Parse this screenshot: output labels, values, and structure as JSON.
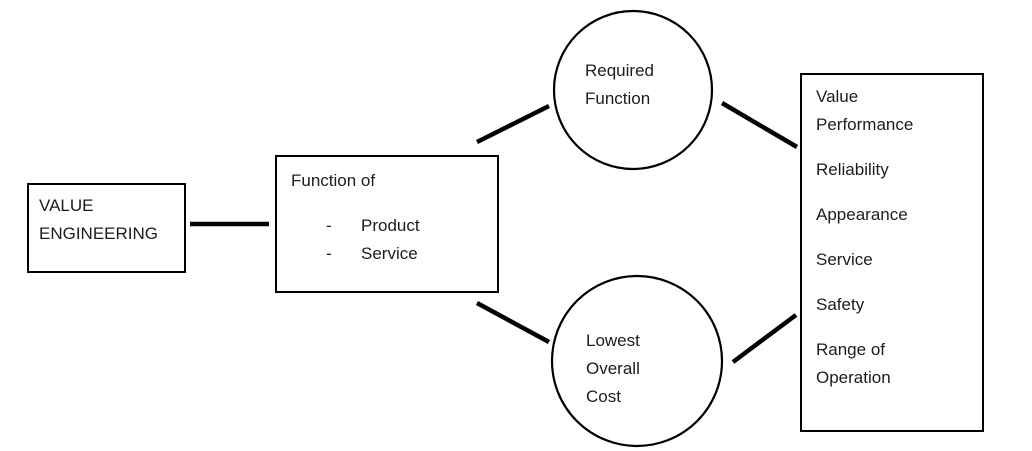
{
  "colors": {
    "ink": "#000000",
    "background": "#ffffff",
    "text": "#1c1c1c"
  },
  "left_box": {
    "lines": [
      "VALUE",
      "ENGINEERING"
    ]
  },
  "function_box": {
    "title": "Function of",
    "bullet_char": "-",
    "items": [
      "Product",
      "Service"
    ]
  },
  "top_circle": {
    "lines": [
      "Required",
      "Function"
    ]
  },
  "bottom_circle": {
    "lines": [
      "Lowest",
      "Overall",
      "Cost"
    ]
  },
  "right_box": {
    "items": [
      {
        "lines": [
          "Value",
          "Performance"
        ]
      },
      {
        "lines": [
          "Reliability"
        ]
      },
      {
        "lines": [
          "Appearance"
        ]
      },
      {
        "lines": [
          "Service"
        ]
      },
      {
        "lines": [
          "Safety"
        ]
      },
      {
        "lines": [
          "Range of",
          "Operation"
        ]
      }
    ]
  }
}
